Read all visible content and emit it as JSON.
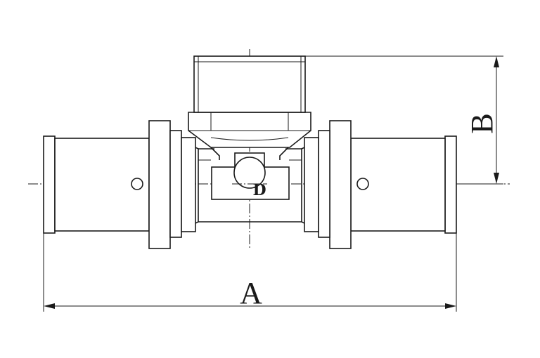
{
  "dimensions": {
    "width_label": "A",
    "height_label": "B"
  },
  "logo": {
    "text": "D"
  },
  "colors": {
    "line": "#1a1a1a",
    "background": "#ffffff"
  }
}
